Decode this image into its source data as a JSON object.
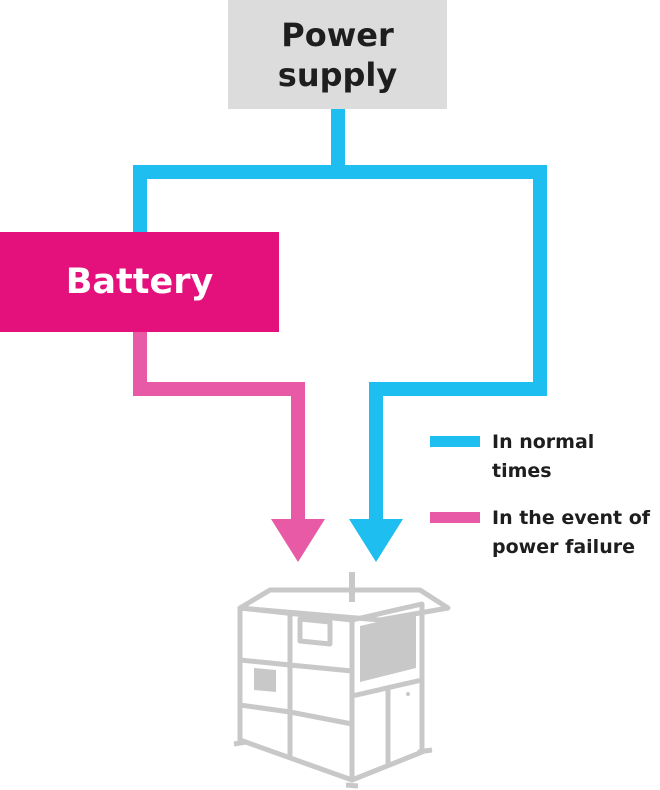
{
  "nodes": {
    "power_supply": {
      "label_line1": "Power",
      "label_line2": "supply"
    },
    "battery": {
      "label": "Battery"
    }
  },
  "legend": [
    {
      "label_line1": "In normal",
      "label_line2": "times",
      "color": "#1ebef0"
    },
    {
      "label_line1": "In the event of",
      "label_line2": "power failure",
      "color": "#e85aa5"
    }
  ],
  "colors": {
    "normal_flow": "#1ebef0",
    "failure_flow": "#e85aa5",
    "battery_fill": "#e4117c",
    "power_fill": "#dcdcdc",
    "machine_stroke": "#c8c8c8"
  },
  "icons": {
    "machine": "industrial-machine-icon"
  }
}
